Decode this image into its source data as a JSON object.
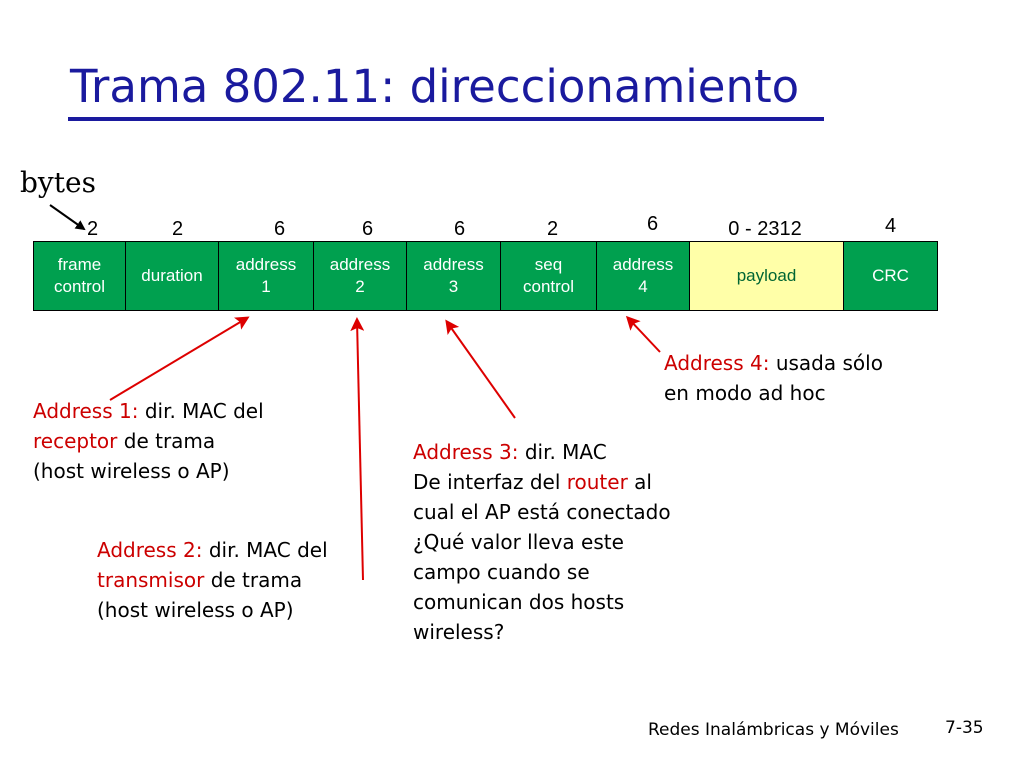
{
  "title": "Trama 802.11: direccionamiento",
  "bytes_label": "bytes",
  "fields": [
    {
      "size": "2",
      "label": "frame\ncontrol"
    },
    {
      "size": "2",
      "label": "duration"
    },
    {
      "size": "6",
      "label": "address\n1"
    },
    {
      "size": "6",
      "label": "address\n2"
    },
    {
      "size": "6",
      "label": "address\n3"
    },
    {
      "size": "2",
      "label": "seq\ncontrol"
    },
    {
      "size": "6",
      "label": "address\n4"
    },
    {
      "size": "0 - 2312",
      "label": "payload"
    },
    {
      "size": "4",
      "label": "CRC"
    }
  ],
  "notes": {
    "addr1": {
      "heading": "Address 1:",
      "line1_rest": " dir. MAC del",
      "line2_red": "receptor",
      "line2_rest": " de trama",
      "line3": "(host wireless o AP)"
    },
    "addr2": {
      "heading": "Address 2:",
      "line1_rest": " dir. MAC del",
      "line2_red": "transmisor",
      "line2_rest": " de trama",
      "line3": "(host wireless o AP)"
    },
    "addr3": {
      "heading": "Address 3:",
      "line1_rest": " dir. MAC",
      "line2_pre": "De interfaz del ",
      "line2_red": "router",
      "line2_rest": " al",
      "line3": "cual el AP está conectado",
      "line4": "¿Qué valor lleva este",
      "line5": "campo cuando se",
      "line6": "comunican dos hosts",
      "line7": "wireless?"
    },
    "addr4": {
      "heading": "Address 4:",
      "line1_rest": " usada sólo",
      "line2": "en modo ad hoc"
    }
  },
  "footer": {
    "course": "Redes Inalámbricas y Móviles",
    "page": "7-35"
  },
  "colors": {
    "title": "#1a1a9e",
    "field_green": "#00a04f",
    "payload_yellow": "#ffffa8",
    "highlight_red": "#cc0000"
  }
}
